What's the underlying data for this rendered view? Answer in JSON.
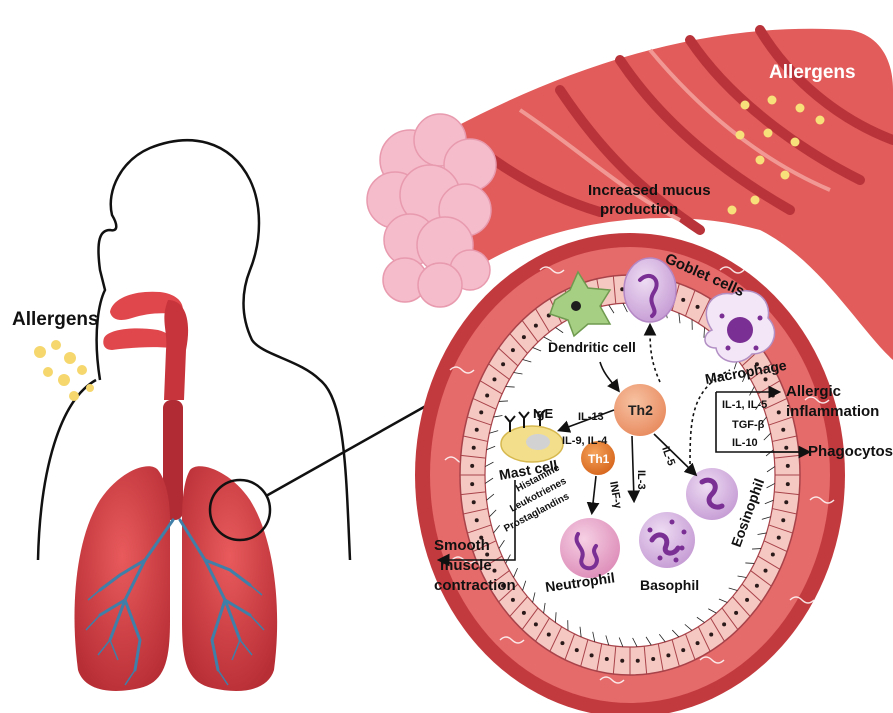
{
  "labels": {
    "allergens_left": "Allergens",
    "allergens_airway": "Allergens",
    "mucus_line1": "Increased mucus",
    "mucus_line2": "production",
    "goblet": "Goblet cells",
    "dendritic": "Dendritic cell",
    "macrophage": "Macrophage",
    "th2": "Th2",
    "th1": "Th1",
    "il13": "IL-13",
    "il9_il4": "IL-9, IL-4",
    "ige": "IgE",
    "mast": "Mast cell",
    "il5": "IL-5",
    "il3": "IL-3",
    "inf": "INF-γ",
    "histamine": "Histamine",
    "leukotrienes": "Leukotrienes",
    "prostaglandins": "Prostaglandins",
    "smooth1": "Smooth",
    "smooth2": "muscle",
    "smooth3": "contraction",
    "neutrophil": "Neutrophil",
    "basophil": "Basophil",
    "eosinophil": "Eosinophil",
    "il1_il5": "IL-1, IL-5",
    "tgf": "TGF-β",
    "il10": "IL-10",
    "allergic1": "Allergic",
    "allergic2": "inflammation",
    "phago": "Phagocytosis"
  },
  "colors": {
    "airway_outer": "#c93b3b",
    "airway_mid": "#e46a6a",
    "airway_inner": "#f6c7c3",
    "lumen": "#ffffff",
    "lung": "#d9474b",
    "allergen": "#f5d76e",
    "th2": "#f0a07a",
    "th1": "#e07a2a",
    "mast": "#f3df8b",
    "neutrophil": "#e9a3c7",
    "basophil": "#c9b0d9",
    "eosinophil": "#c8a4d6",
    "dendritic": "#9ac77a",
    "alveoli": "#f2b5c4"
  }
}
